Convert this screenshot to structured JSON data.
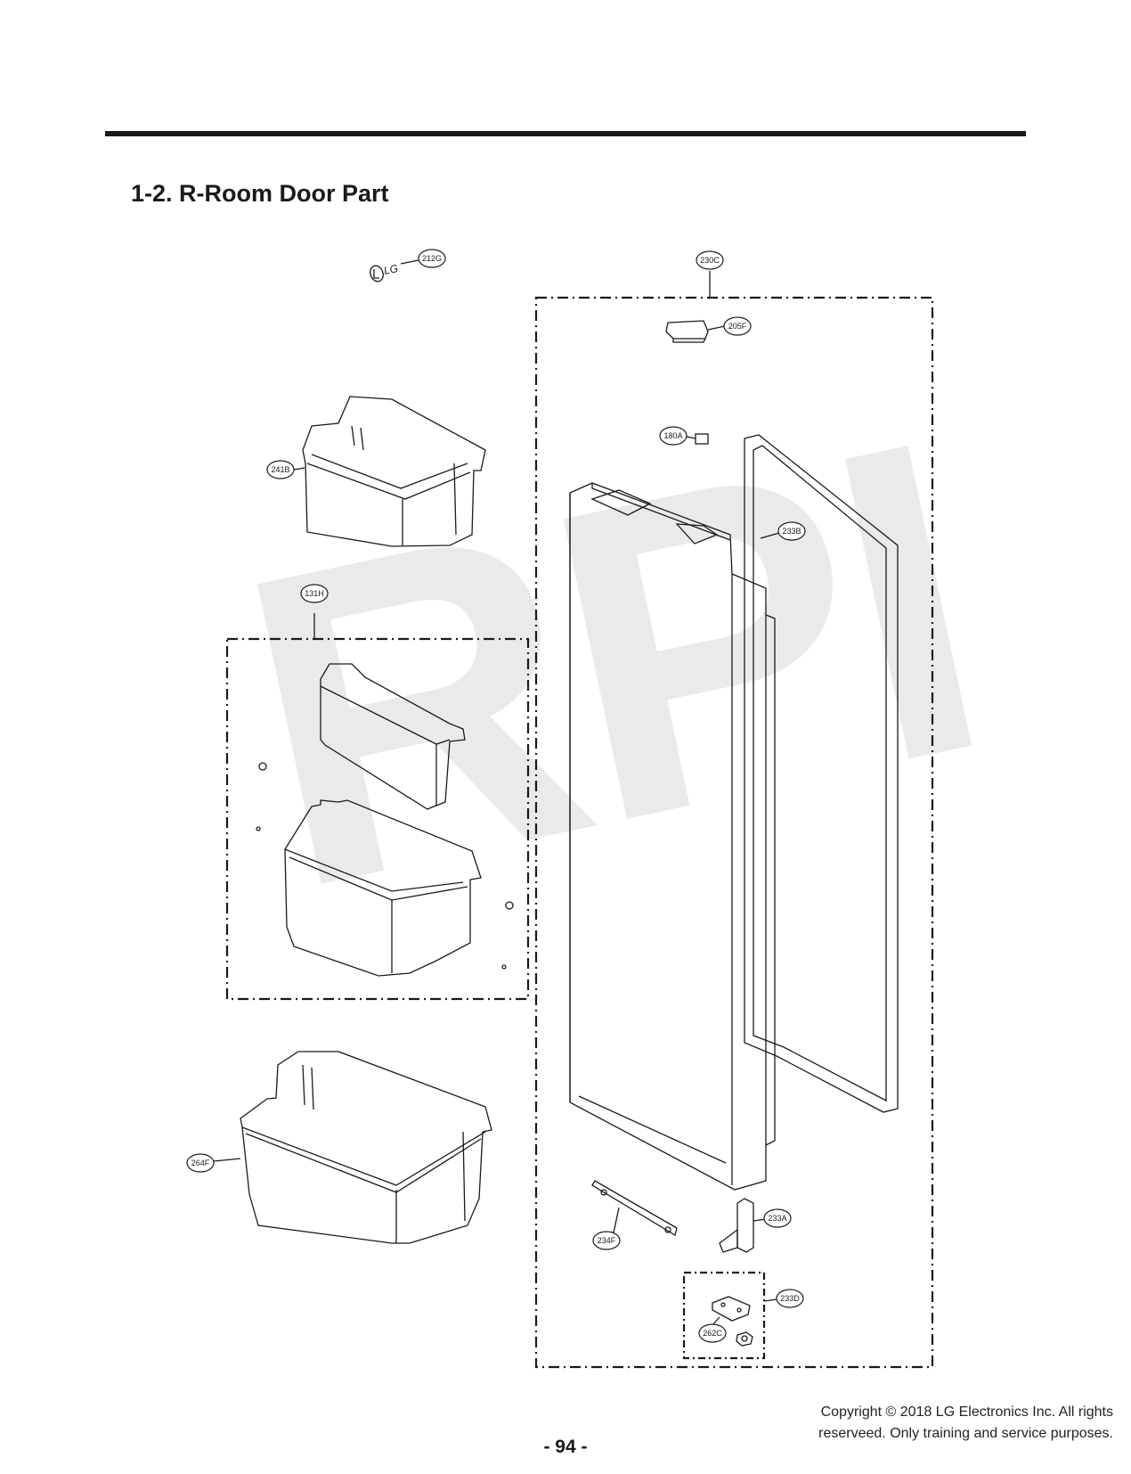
{
  "header": {
    "title": "1-2. R-Room Door Part"
  },
  "watermark": "RPI",
  "parts": {
    "p212G": "212G",
    "p230C": "230C",
    "p205F": "205F",
    "p180A": "180A",
    "p241B": "241B",
    "p233B": "233B",
    "p131H": "131H",
    "p264F": "264F",
    "p234F": "234F",
    "p233A": "233A",
    "p233D": "233D",
    "p262C": "262C"
  },
  "footer": {
    "page_number": "- 94 -",
    "copyright_line1": "Copyright © 2018 LG Electronics Inc. All rights",
    "copyright_line2": "reserveed. Only training and service purposes."
  },
  "colors": {
    "line": "#1a1a1a",
    "watermark": "#d9d9d9"
  }
}
